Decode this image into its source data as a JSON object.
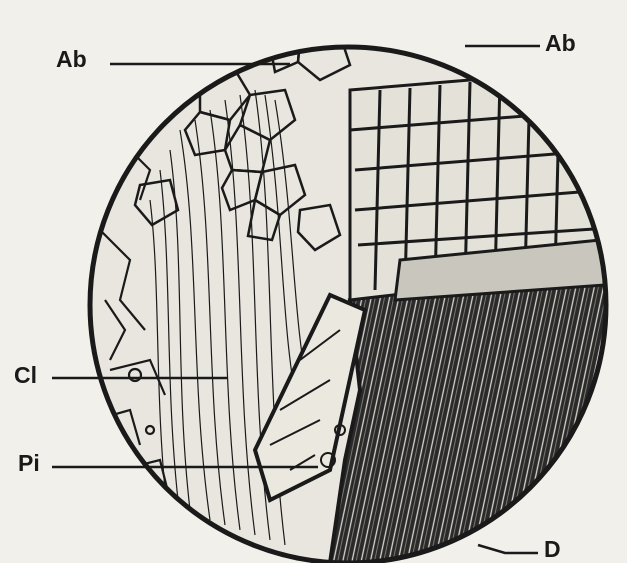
{
  "figure": {
    "labels": {
      "top_left": "Ab",
      "top_right": "Ab",
      "middle_left": "Cl",
      "lower_left": "Pi",
      "bottom_right": "D"
    },
    "colors": {
      "paper": "#f2f0ea",
      "ink": "#1a1a1a",
      "field": "#e9e6df"
    }
  }
}
